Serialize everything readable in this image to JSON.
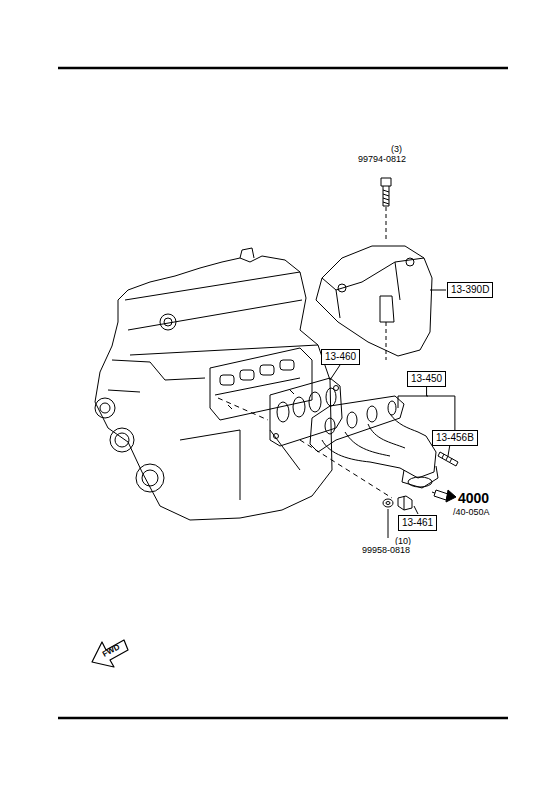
{
  "diagram": {
    "nodes": [
      {
        "text": [
          "13-390D"
        ]
      },
      {
        "text": [
          "13-460"
        ]
      },
      {
        "text": [
          "13-450"
        ]
      },
      {
        "text": [
          "13-456B"
        ]
      },
      {
        "text": [
          "13-461"
        ]
      }
    ],
    "edges": [
      {
        "from": 2,
        "to": 3,
        "arrow": "none"
      }
    ],
    "labels": [
      "(3)",
      "99794-0812",
      "4000",
      "/40-050A",
      "(10)",
      "99958-0818",
      "FWD"
    ]
  }
}
